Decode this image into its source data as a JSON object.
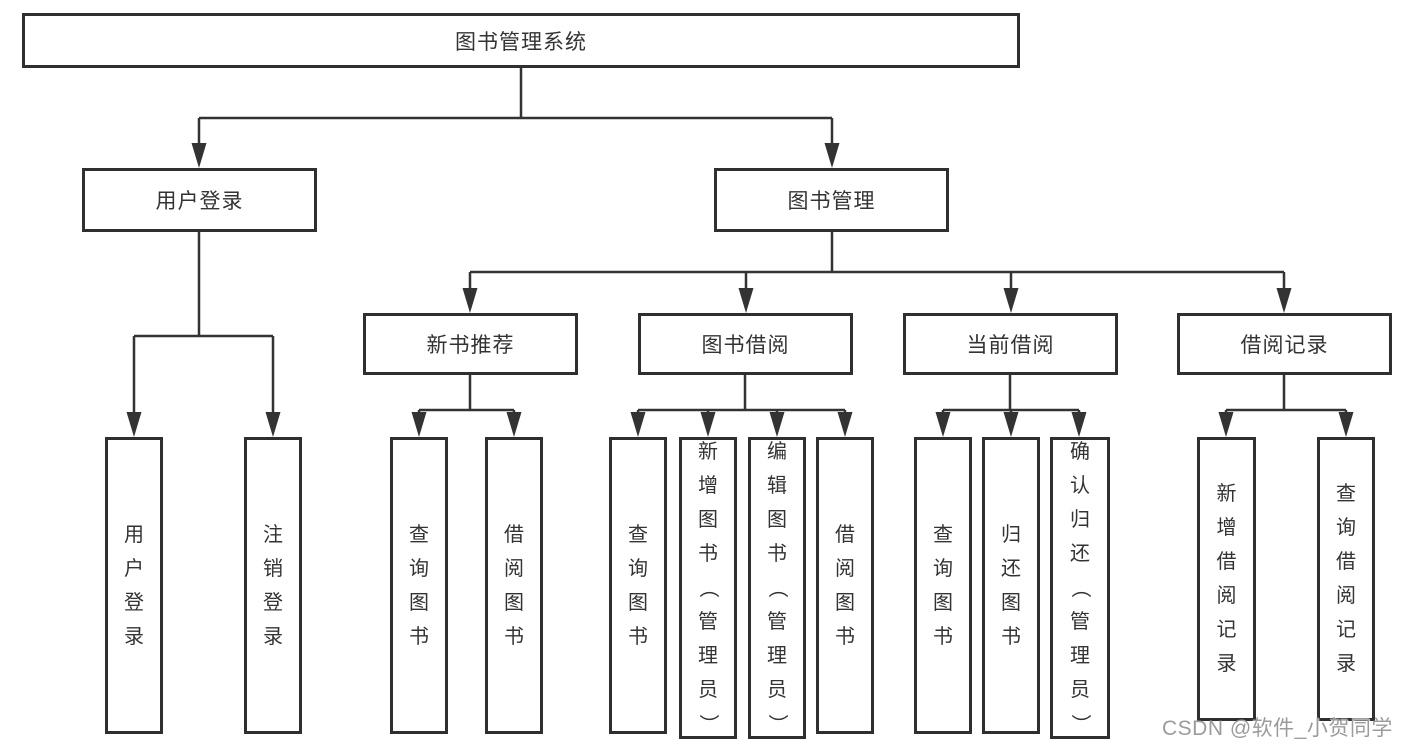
{
  "diagram": {
    "title": "图书管理系统",
    "level2": [
      {
        "label": "用户登录"
      },
      {
        "label": "图书管理"
      }
    ],
    "level3": [
      {
        "label": "新书推荐"
      },
      {
        "label": "图书借阅"
      },
      {
        "label": "当前借阅"
      },
      {
        "label": "借阅记录"
      }
    ],
    "leaves": [
      {
        "label": "用户登录"
      },
      {
        "label": "注销登录"
      },
      {
        "label": "查询图书"
      },
      {
        "label": "借阅图书"
      },
      {
        "label": "查询图书"
      },
      {
        "label": "新增图书（管理员）"
      },
      {
        "label": "编辑图书（管理员）"
      },
      {
        "label": "借阅图书"
      },
      {
        "label": "查询图书"
      },
      {
        "label": "归还图书"
      },
      {
        "label": "确认归还（管理员）"
      },
      {
        "label": "新增借阅记录"
      },
      {
        "label": "查询借阅记录"
      }
    ],
    "hierarchy": {
      "图书管理系统": [
        "用户登录",
        "图书管理"
      ],
      "用户登录": [
        "用户登录",
        "注销登录"
      ],
      "图书管理": [
        "新书推荐",
        "图书借阅",
        "当前借阅",
        "借阅记录"
      ],
      "新书推荐": [
        "查询图书",
        "借阅图书"
      ],
      "图书借阅": [
        "查询图书",
        "新增图书（管理员）",
        "编辑图书（管理员）",
        "借阅图书"
      ],
      "当前借阅": [
        "查询图书",
        "归还图书",
        "确认归还（管理员）"
      ],
      "借阅记录": [
        "新增借阅记录",
        "查询借阅记录"
      ]
    }
  },
  "watermark": {
    "text": "CSDN @软件_小贺同学"
  },
  "colors": {
    "line": "#333333",
    "border": "#2f2f2f",
    "text": "#333333",
    "watermark": "#9b9b9b",
    "background": "#ffffff"
  }
}
